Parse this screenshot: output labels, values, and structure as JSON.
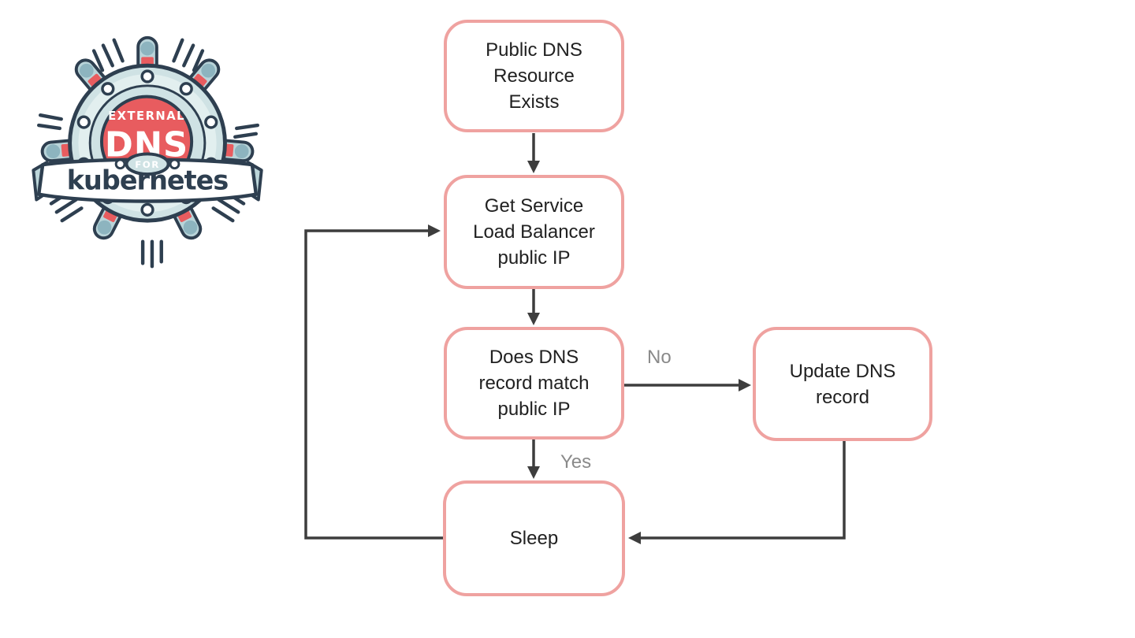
{
  "logo": {
    "external": "EXTERNAL",
    "dns": "DNS",
    "for_word": "FOR",
    "kubernetes": "kubernetes",
    "colors": {
      "red": "#e85c5f",
      "navy": "#2e3f50",
      "light_blue": "#cfe2e4",
      "white": "#ffffff"
    }
  },
  "flowchart": {
    "nodes": [
      {
        "id": "public-dns-resource-exists",
        "label": "Public DNS\nResource\nExists"
      },
      {
        "id": "get-service-load-balancer-public-ip",
        "label": "Get Service\nLoad Balancer\npublic IP"
      },
      {
        "id": "does-dns-record-match-public-ip",
        "label": "Does DNS\nrecord match\npublic IP"
      },
      {
        "id": "update-dns-record",
        "label": "Update DNS\nrecord"
      },
      {
        "id": "sleep",
        "label": "Sleep"
      }
    ],
    "edge_labels": {
      "no": "No",
      "yes": "Yes"
    },
    "colors": {
      "node_border": "#efa2a0",
      "node_fill": "#ffffff",
      "node_text": "#212121",
      "connector": "#3d3d3d",
      "edge_label": "#8a8a8a"
    }
  }
}
